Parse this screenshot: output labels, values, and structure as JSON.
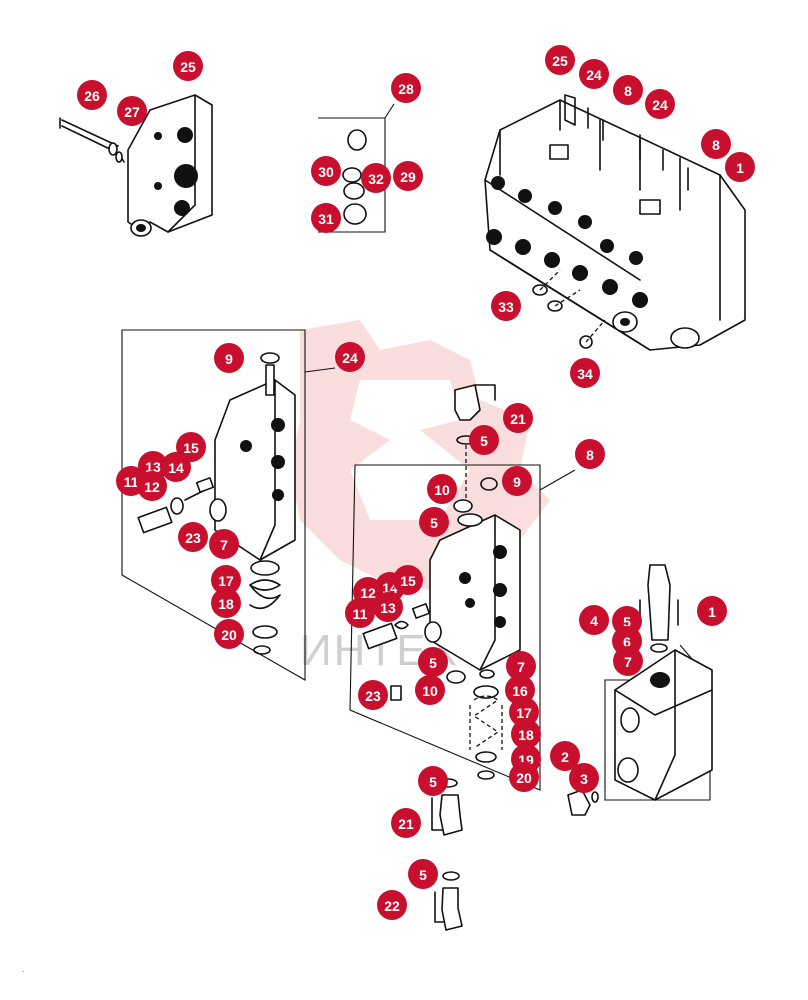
{
  "diagram": {
    "watermark_text": "ИНТЕХ",
    "badge_color": "#c8102e",
    "callouts": [
      {
        "id": "c25a",
        "label": "25"
      },
      {
        "id": "c26",
        "label": "26"
      },
      {
        "id": "c27",
        "label": "27"
      },
      {
        "id": "c28",
        "label": "28"
      },
      {
        "id": "c30",
        "label": "30"
      },
      {
        "id": "c32",
        "label": "32"
      },
      {
        "id": "c29",
        "label": "29"
      },
      {
        "id": "c31",
        "label": "31"
      },
      {
        "id": "c25b",
        "label": "25"
      },
      {
        "id": "c24a",
        "label": "24"
      },
      {
        "id": "c8a",
        "label": "8"
      },
      {
        "id": "c24b",
        "label": "24"
      },
      {
        "id": "c8b",
        "label": "8"
      },
      {
        "id": "c1a",
        "label": "1"
      },
      {
        "id": "c33",
        "label": "33"
      },
      {
        "id": "c34",
        "label": "34"
      },
      {
        "id": "c9a",
        "label": "9"
      },
      {
        "id": "c24c",
        "label": "24"
      },
      {
        "id": "c15a",
        "label": "15"
      },
      {
        "id": "c13a",
        "label": "13"
      },
      {
        "id": "c14a",
        "label": "14"
      },
      {
        "id": "c11a",
        "label": "11"
      },
      {
        "id": "c12a",
        "label": "12"
      },
      {
        "id": "c23a",
        "label": "23"
      },
      {
        "id": "c7a",
        "label": "7"
      },
      {
        "id": "c17a",
        "label": "17"
      },
      {
        "id": "c18a",
        "label": "18"
      },
      {
        "id": "c20a",
        "label": "20"
      },
      {
        "id": "c21a",
        "label": "21"
      },
      {
        "id": "c5a",
        "label": "5"
      },
      {
        "id": "c8c",
        "label": "8"
      },
      {
        "id": "c10a",
        "label": "10"
      },
      {
        "id": "c9b",
        "label": "9"
      },
      {
        "id": "c5b",
        "label": "5"
      },
      {
        "id": "c12b",
        "label": "12"
      },
      {
        "id": "c14b",
        "label": "14"
      },
      {
        "id": "c15b",
        "label": "15"
      },
      {
        "id": "c11b",
        "label": "11"
      },
      {
        "id": "c13b",
        "label": "13"
      },
      {
        "id": "c5c",
        "label": "5"
      },
      {
        "id": "c10b",
        "label": "10"
      },
      {
        "id": "c23b",
        "label": "23"
      },
      {
        "id": "c7b",
        "label": "7"
      },
      {
        "id": "c16",
        "label": "16"
      },
      {
        "id": "c17b",
        "label": "17"
      },
      {
        "id": "c18b",
        "label": "18"
      },
      {
        "id": "c19",
        "label": "19"
      },
      {
        "id": "c20b",
        "label": "20"
      },
      {
        "id": "c2",
        "label": "2"
      },
      {
        "id": "c3",
        "label": "3"
      },
      {
        "id": "c5d",
        "label": "5"
      },
      {
        "id": "c21b",
        "label": "21"
      },
      {
        "id": "c5e",
        "label": "5"
      },
      {
        "id": "c22",
        "label": "22"
      },
      {
        "id": "c4",
        "label": "4"
      },
      {
        "id": "c5f",
        "label": "5"
      },
      {
        "id": "c6",
        "label": "6"
      },
      {
        "id": "c7c",
        "label": "7"
      },
      {
        "id": "c1b",
        "label": "1"
      }
    ]
  }
}
